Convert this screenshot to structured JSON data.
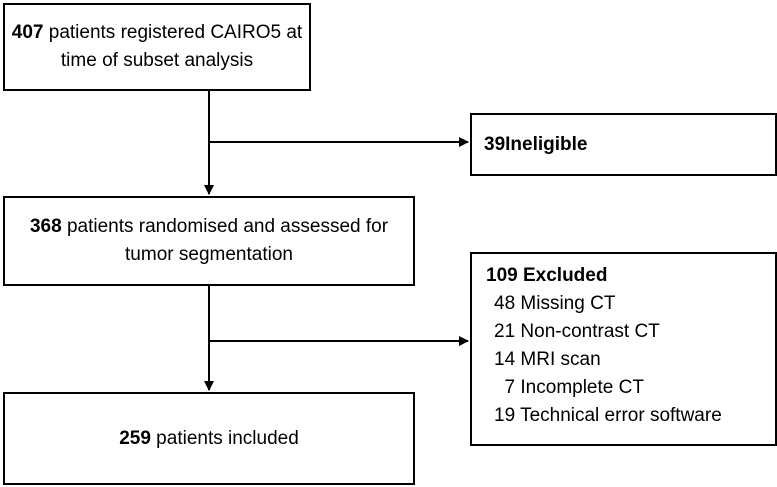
{
  "boxes": {
    "registered": {
      "number": "407",
      "text": " patients registered CAIRO5 at time of subset analysis"
    },
    "ineligible": {
      "number": "39",
      "text": " Ineligible"
    },
    "randomised": {
      "number": "368",
      "text": " patients randomised and assessed for tumor segmentation"
    },
    "excluded": {
      "title": "109 Excluded",
      "items": [
        "48 Missing CT",
        "21 Non-contrast CT",
        "14 MRI scan",
        "  7 Incomplete CT",
        "19 Technical error software"
      ]
    },
    "included": {
      "number": "259",
      "text": " patients included"
    }
  }
}
